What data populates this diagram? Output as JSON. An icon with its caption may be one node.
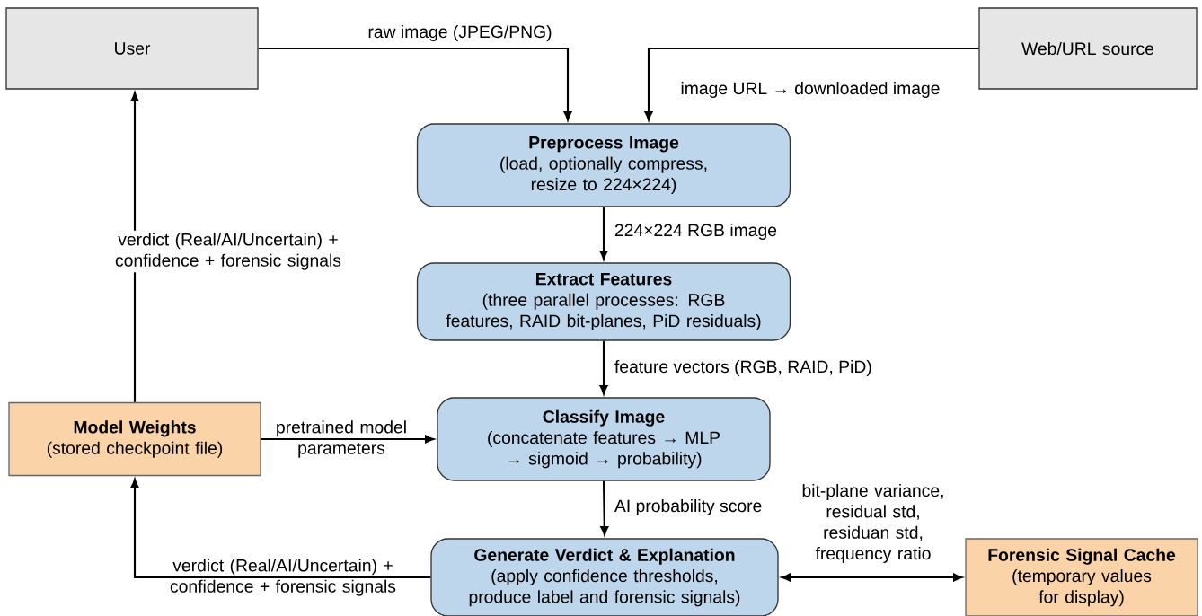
{
  "diagram": {
    "nodes": [
      {
        "text": [
          "User"
        ]
      },
      {
        "text": [
          "Web/URL source"
        ]
      },
      {
        "text": [
          "Preprocess Image",
          "(load, optionally compress, resize to 224×224)"
        ]
      },
      {
        "text": [
          "Extract Features",
          "(three parallel processes: RGB features, RAID bit-planes, PiD residuals)"
        ]
      },
      {
        "text": [
          "Model Weights",
          "(stored checkpoint file)"
        ]
      },
      {
        "text": [
          "Classify Image",
          "(concatenate features → MLP → sigmoid → probability)"
        ]
      },
      {
        "text": [
          "Generate Verdict & Explanation",
          "(apply confidence thresholds, produce label and forensic signals)"
        ]
      },
      {
        "text": [
          "Forensic Signal Cache",
          "(temporary values for display)"
        ]
      }
    ],
    "edges": [
      {
        "from": 0,
        "to": 2,
        "arrow": "to",
        "label": "raw image (JPEG/PNG)"
      },
      {
        "from": 1,
        "to": 2,
        "arrow": "to",
        "label": "image URL → downloaded image"
      },
      {
        "from": 2,
        "to": 3,
        "arrow": "to",
        "label": "224×224 RGB image"
      },
      {
        "from": 3,
        "to": 5,
        "arrow": "to",
        "label": "feature vectors (RGB, RAID, PiD)"
      },
      {
        "from": 4,
        "to": 5,
        "arrow": "to",
        "label": "pretrained model parameters"
      },
      {
        "from": 5,
        "to": 6,
        "arrow": "to",
        "label": "AI probability score"
      },
      {
        "from": 6,
        "to": 7,
        "arrow": "both",
        "label": "bit-plane variance, residual std, residuan std, frequency ratio"
      },
      {
        "from": 6,
        "to": 4,
        "arrow": "to",
        "label": "verdict (Real/AI/Uncertain) + confidence + forensic signals"
      },
      {
        "from": 4,
        "to": 0,
        "arrow": "to",
        "label": "verdict (Real/AI/Uncertain) + confidence + forensic signals"
      }
    ]
  }
}
